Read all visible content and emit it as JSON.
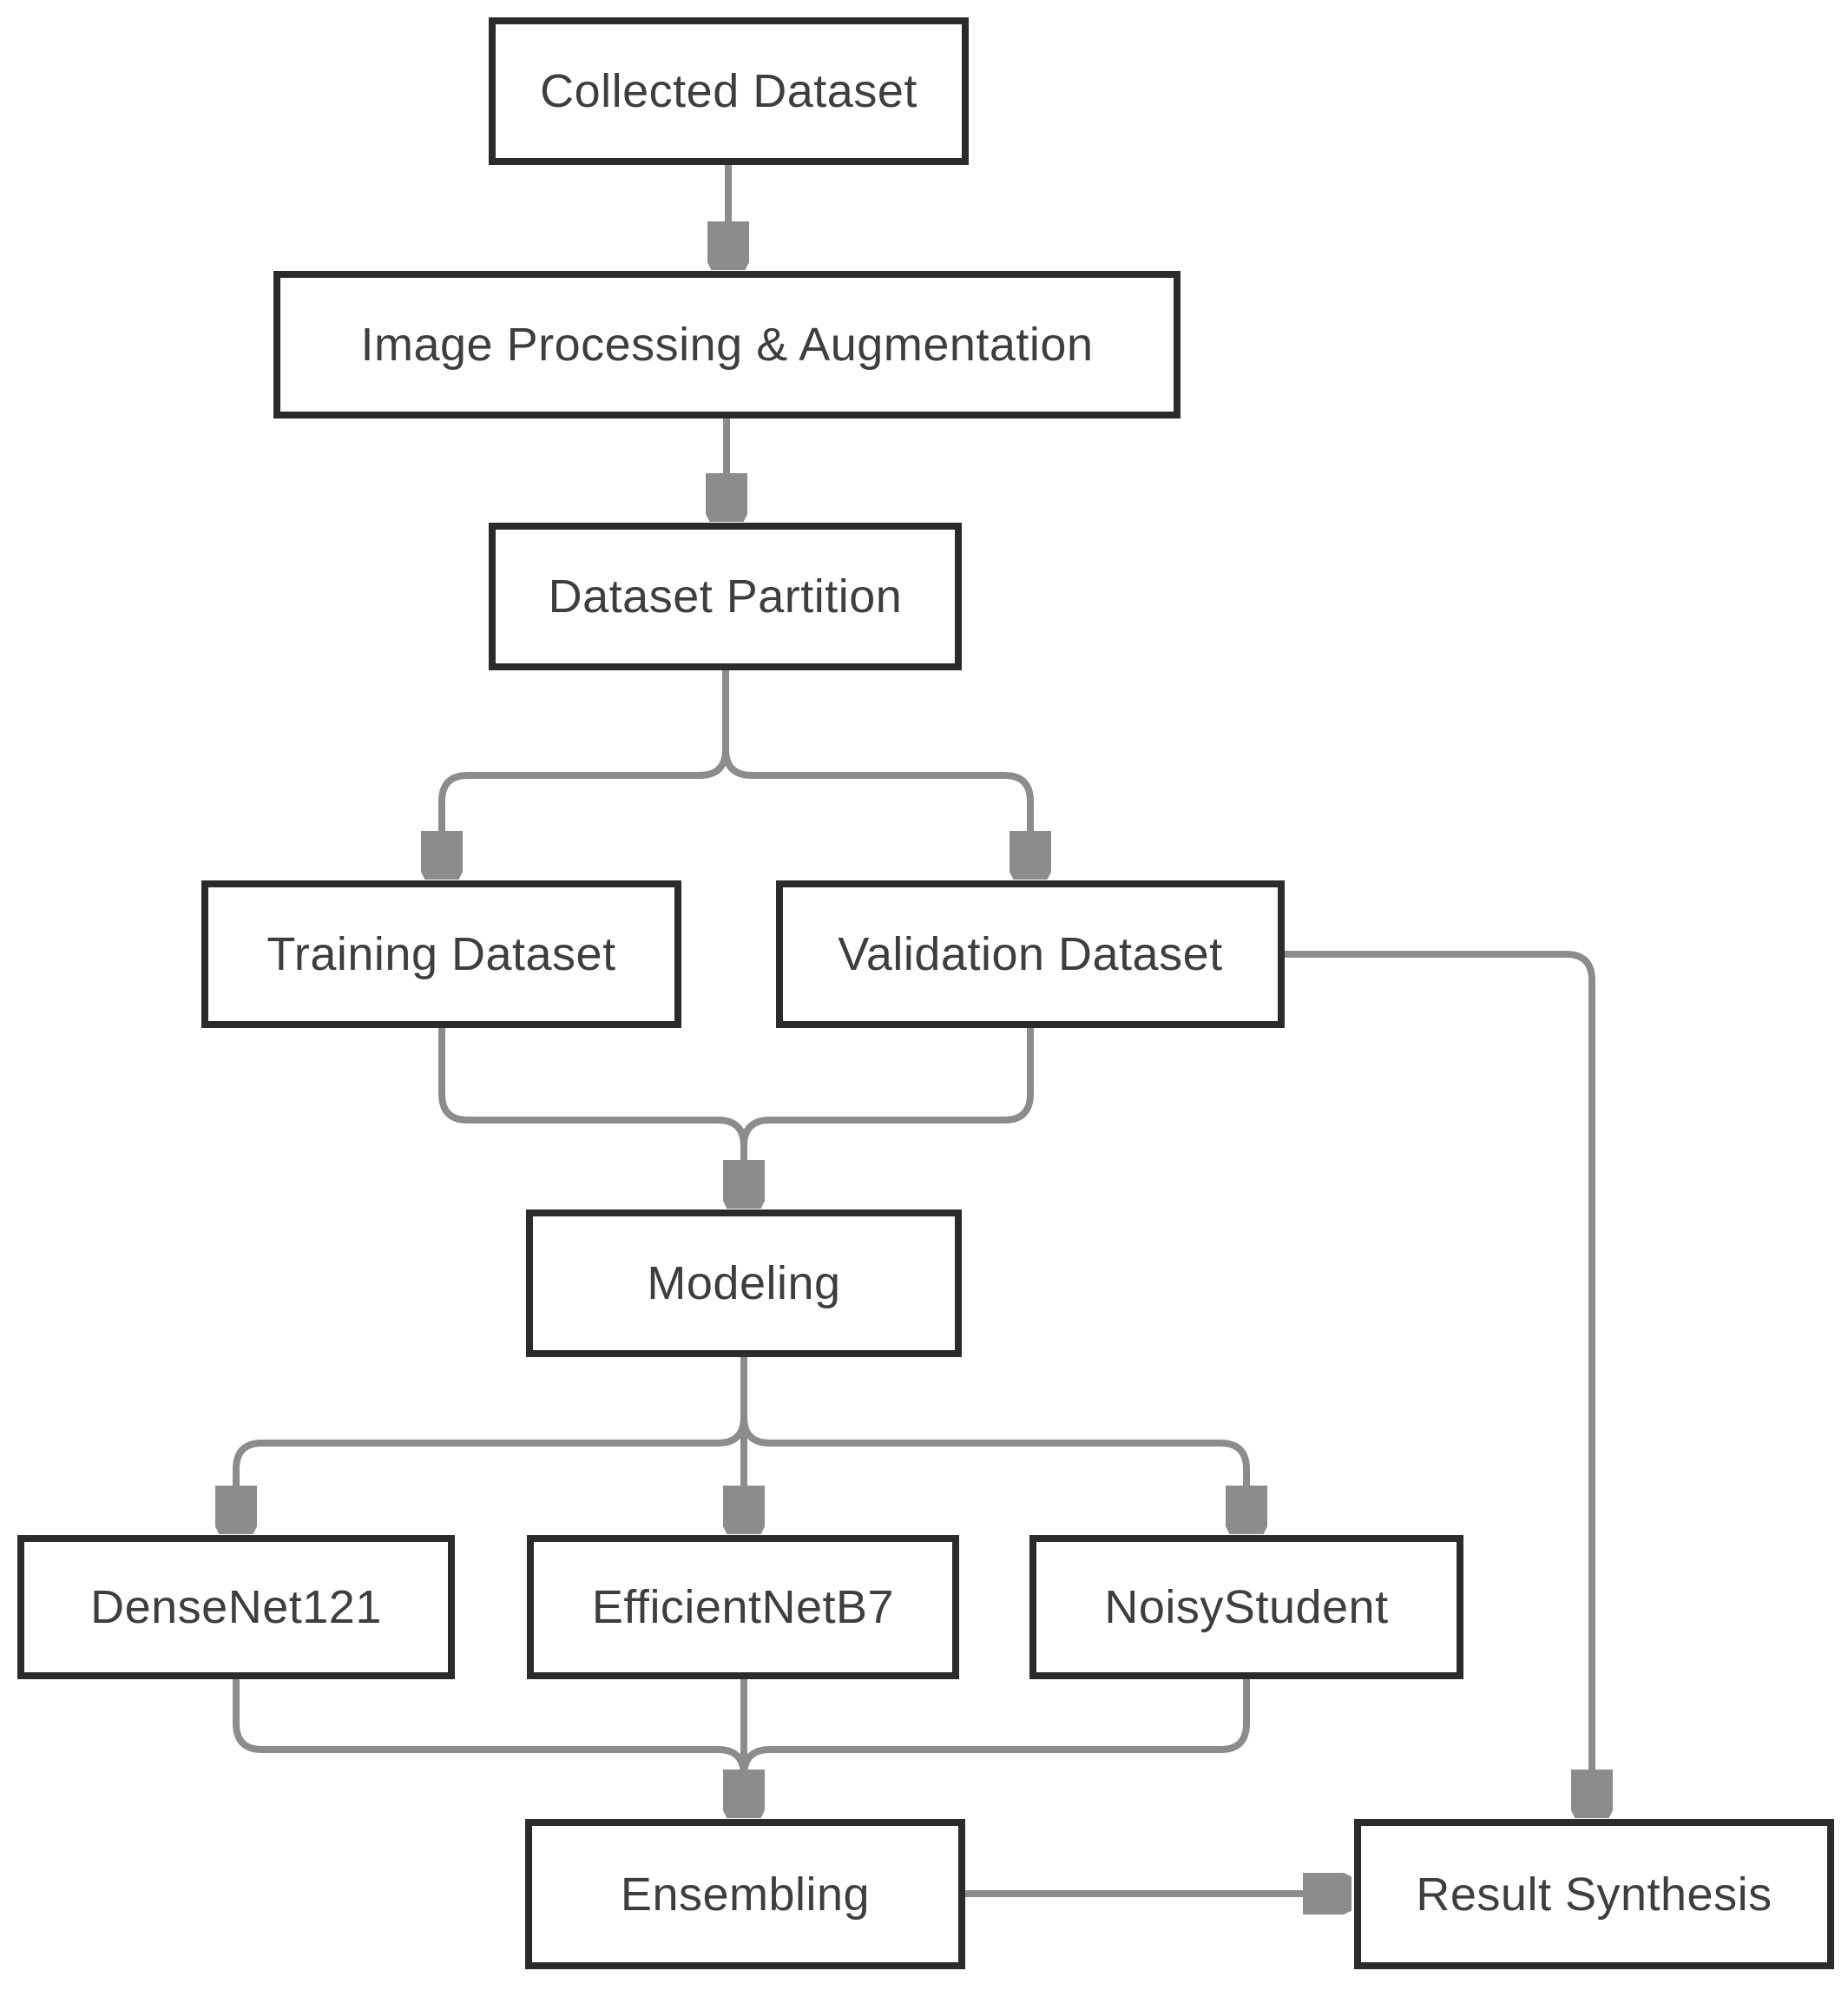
{
  "diagram": {
    "type": "flowchart",
    "background": "#ffffff",
    "colors": {
      "box_border": "#2b2b2b",
      "box_fill": "#ffffff",
      "connector": "#8c8c8c",
      "text": "#3e3e3e"
    },
    "nodes": [
      {
        "id": "collected-dataset",
        "label": "Collected Dataset"
      },
      {
        "id": "image-processing-augmentation",
        "label": "Image Processing & Augmentation"
      },
      {
        "id": "dataset-partition",
        "label": "Dataset Partition"
      },
      {
        "id": "training-dataset",
        "label": "Training Dataset"
      },
      {
        "id": "validation-dataset",
        "label": "Validation Dataset"
      },
      {
        "id": "modeling",
        "label": "Modeling"
      },
      {
        "id": "densenet121",
        "label": "DenseNet121"
      },
      {
        "id": "efficientnetb7",
        "label": "EfficientNetB7"
      },
      {
        "id": "noisystudent",
        "label": "NoisyStudent"
      },
      {
        "id": "ensembling",
        "label": "Ensembling"
      },
      {
        "id": "result-synthesis",
        "label": "Result Synthesis"
      }
    ],
    "edges": [
      {
        "from": "Collected Dataset",
        "to": "Image Processing & Augmentation"
      },
      {
        "from": "Image Processing & Augmentation",
        "to": "Dataset Partition"
      },
      {
        "from": "Dataset Partition",
        "to": "Training Dataset"
      },
      {
        "from": "Dataset Partition",
        "to": "Validation Dataset"
      },
      {
        "from": "Training Dataset",
        "to": "Modeling"
      },
      {
        "from": "Validation Dataset",
        "to": "Modeling"
      },
      {
        "from": "Validation Dataset",
        "to": "Result Synthesis"
      },
      {
        "from": "Modeling",
        "to": "DenseNet121"
      },
      {
        "from": "Modeling",
        "to": "EfficientNetB7"
      },
      {
        "from": "Modeling",
        "to": "NoisyStudent"
      },
      {
        "from": "DenseNet121",
        "to": "Ensembling"
      },
      {
        "from": "EfficientNetB7",
        "to": "Ensembling"
      },
      {
        "from": "NoisyStudent",
        "to": "Ensembling"
      },
      {
        "from": "Ensembling",
        "to": "Result Synthesis"
      }
    ]
  }
}
